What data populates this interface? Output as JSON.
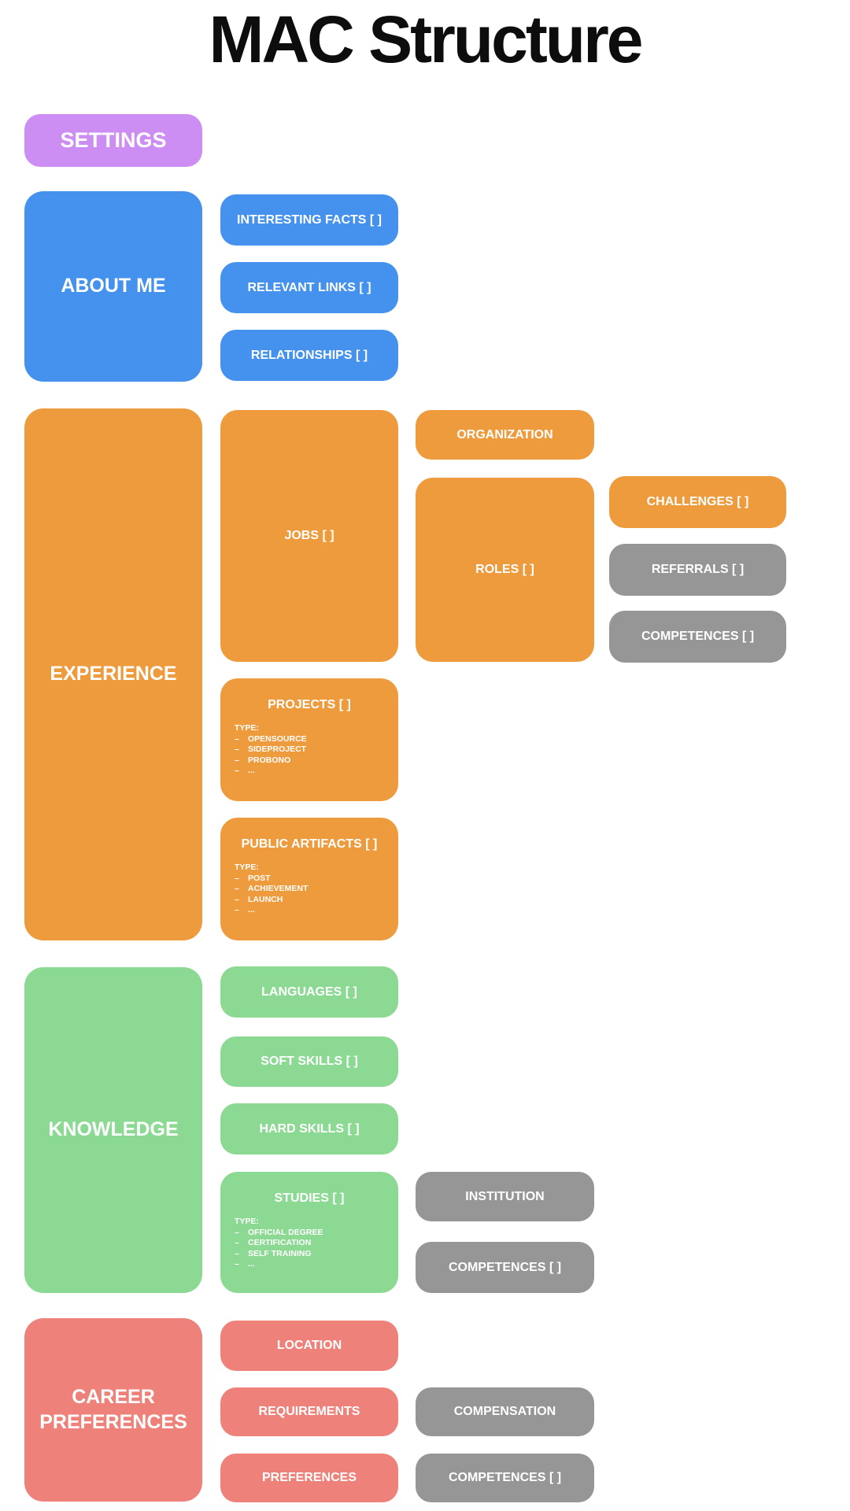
{
  "title": "MAC Structure",
  "palette": {
    "purple": "#cd8ef4",
    "blue": "#4592ee",
    "orange": "#ee9b3d",
    "green": "#8bd993",
    "salmon": "#ee827a",
    "gray": "#969696",
    "label_text": "#ffffff",
    "title_text": "#0d0d0d",
    "background": "#ffffff"
  },
  "misc": {
    "bullet": "–"
  },
  "nodes": {
    "settings": {
      "label": "SETTINGS"
    },
    "about_me": {
      "label": "ABOUT ME"
    },
    "interesting_facts": {
      "label": "INTERESTING FACTS [ ]"
    },
    "relevant_links": {
      "label": "RELEVANT LINKS [ ]"
    },
    "relationships": {
      "label": "RELATIONSHIPS [ ]"
    },
    "experience": {
      "label": "EXPERIENCE"
    },
    "jobs": {
      "label": "JOBS [ ]"
    },
    "organization": {
      "label": "ORGANIZATION"
    },
    "roles": {
      "label": "ROLES [ ]"
    },
    "challenges": {
      "label": "CHALLENGES [ ]"
    },
    "referrals": {
      "label": "REFERRALS [ ]"
    },
    "roles_competences": {
      "label": "COMPETENCES [ ]"
    },
    "projects": {
      "label": "PROJECTS [ ]",
      "type_heading": "TYPE:",
      "types": [
        "OPENSOURCE",
        "SIDEPROJECT",
        "PROBONO",
        "..."
      ]
    },
    "public_artifacts": {
      "label": "PUBLIC ARTIFACTS [ ]",
      "type_heading": "TYPE:",
      "types": [
        "POST",
        "ACHIEVEMENT",
        "LAUNCH",
        "..."
      ]
    },
    "knowledge": {
      "label": "KNOWLEDGE"
    },
    "languages": {
      "label": "LANGUAGES [ ]"
    },
    "soft_skills": {
      "label": "SOFT SKILLS [ ]"
    },
    "hard_skills": {
      "label": "HARD SKILLS [ ]"
    },
    "studies": {
      "label": "STUDIES [ ]",
      "type_heading": "TYPE:",
      "types": [
        "OFFICIAL DEGREE",
        "CERTIFICATION",
        "SELF TRAINING",
        "..."
      ]
    },
    "institution": {
      "label": "INSTITUTION"
    },
    "studies_competences": {
      "label": "COMPETENCES [ ]"
    },
    "career_preferences": {
      "label": "CAREER PREFERENCES"
    },
    "location": {
      "label": "LOCATION"
    },
    "requirements": {
      "label": "REQUIREMENTS"
    },
    "preferences": {
      "label": "PREFERENCES"
    },
    "compensation": {
      "label": "COMPENSATION"
    },
    "career_competences": {
      "label": "COMPETENCES [ ]"
    }
  }
}
